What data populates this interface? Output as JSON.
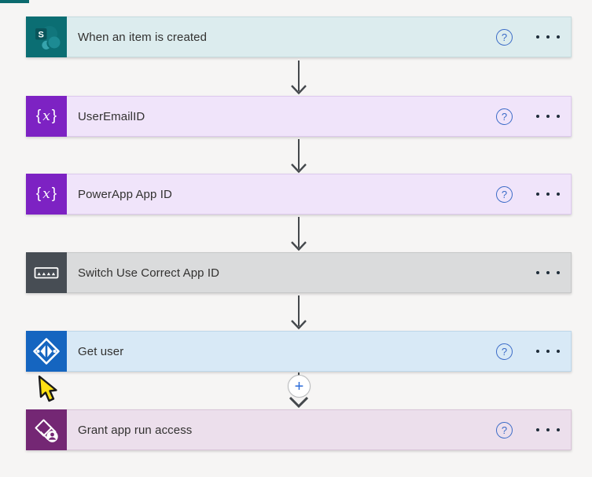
{
  "icons": {
    "help": "?",
    "plus": "+"
  },
  "variable_glyph": {
    "open": "{",
    "x": "x",
    "close": "}"
  },
  "sharepoint_letter": "S",
  "colors": {
    "trigger_icon_bg": "#0b6e73",
    "trigger_card_bg": "#dcecee",
    "variable_icon_bg": "#7d22c3",
    "variable_card_bg": "#f0e4fa",
    "switch_icon_bg": "#474d54",
    "switch_card_bg": "#dadbdc",
    "azuread_icon_bg": "#1565c0",
    "azuread_card_bg": "#d8e9f6",
    "powerapps_icon_bg": "#742774",
    "powerapps_card_bg": "#ecdfec",
    "help_icon": "#3b6bc7",
    "arrow": "#44484c",
    "cursor_fill": "#ffe114"
  },
  "steps": [
    {
      "label": "When an item is created",
      "has_help": true
    },
    {
      "label": "UserEmailID",
      "has_help": true
    },
    {
      "label": "PowerApp App ID",
      "has_help": true
    },
    {
      "label": "Switch Use Correct App ID",
      "has_help": false
    },
    {
      "label": "Get user",
      "has_help": true
    },
    {
      "label": "Grant app run access",
      "has_help": true
    }
  ]
}
